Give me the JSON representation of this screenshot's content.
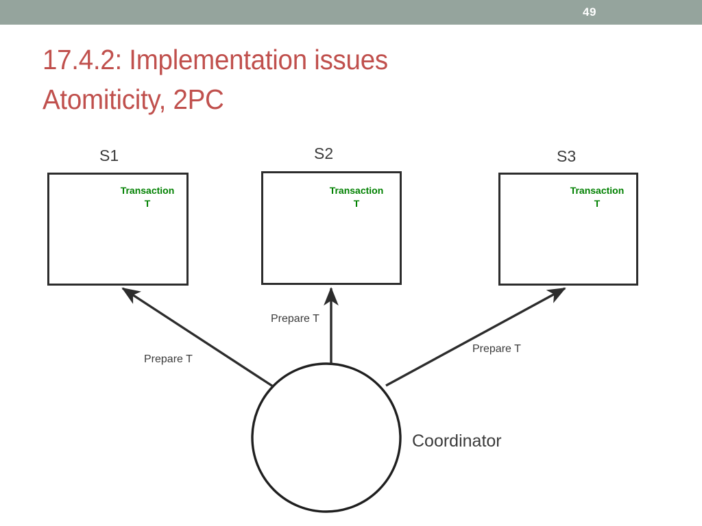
{
  "slide": {
    "number": "49",
    "title": "17.4.2: Implementation issues\nAtomiticity, 2PC",
    "header_color": "#95a49d",
    "title_color": "#c0504d"
  },
  "diagram": {
    "type": "two-phase-commit",
    "coordinator": {
      "label": "Coordinator",
      "shape": "circle"
    },
    "transaction_color": "#008000",
    "nodes": [
      {
        "label": "S1",
        "transaction": "Transaction\nT"
      },
      {
        "label": "S2",
        "transaction": "Transaction\nT"
      },
      {
        "label": "S3",
        "transaction": "Transaction\nT"
      }
    ],
    "messages": [
      {
        "label": "Prepare T",
        "from": "Coordinator",
        "to": "S1"
      },
      {
        "label": "Prepare T",
        "from": "Coordinator",
        "to": "S2"
      },
      {
        "label": "Prepare T",
        "from": "Coordinator",
        "to": "S3"
      }
    ]
  }
}
